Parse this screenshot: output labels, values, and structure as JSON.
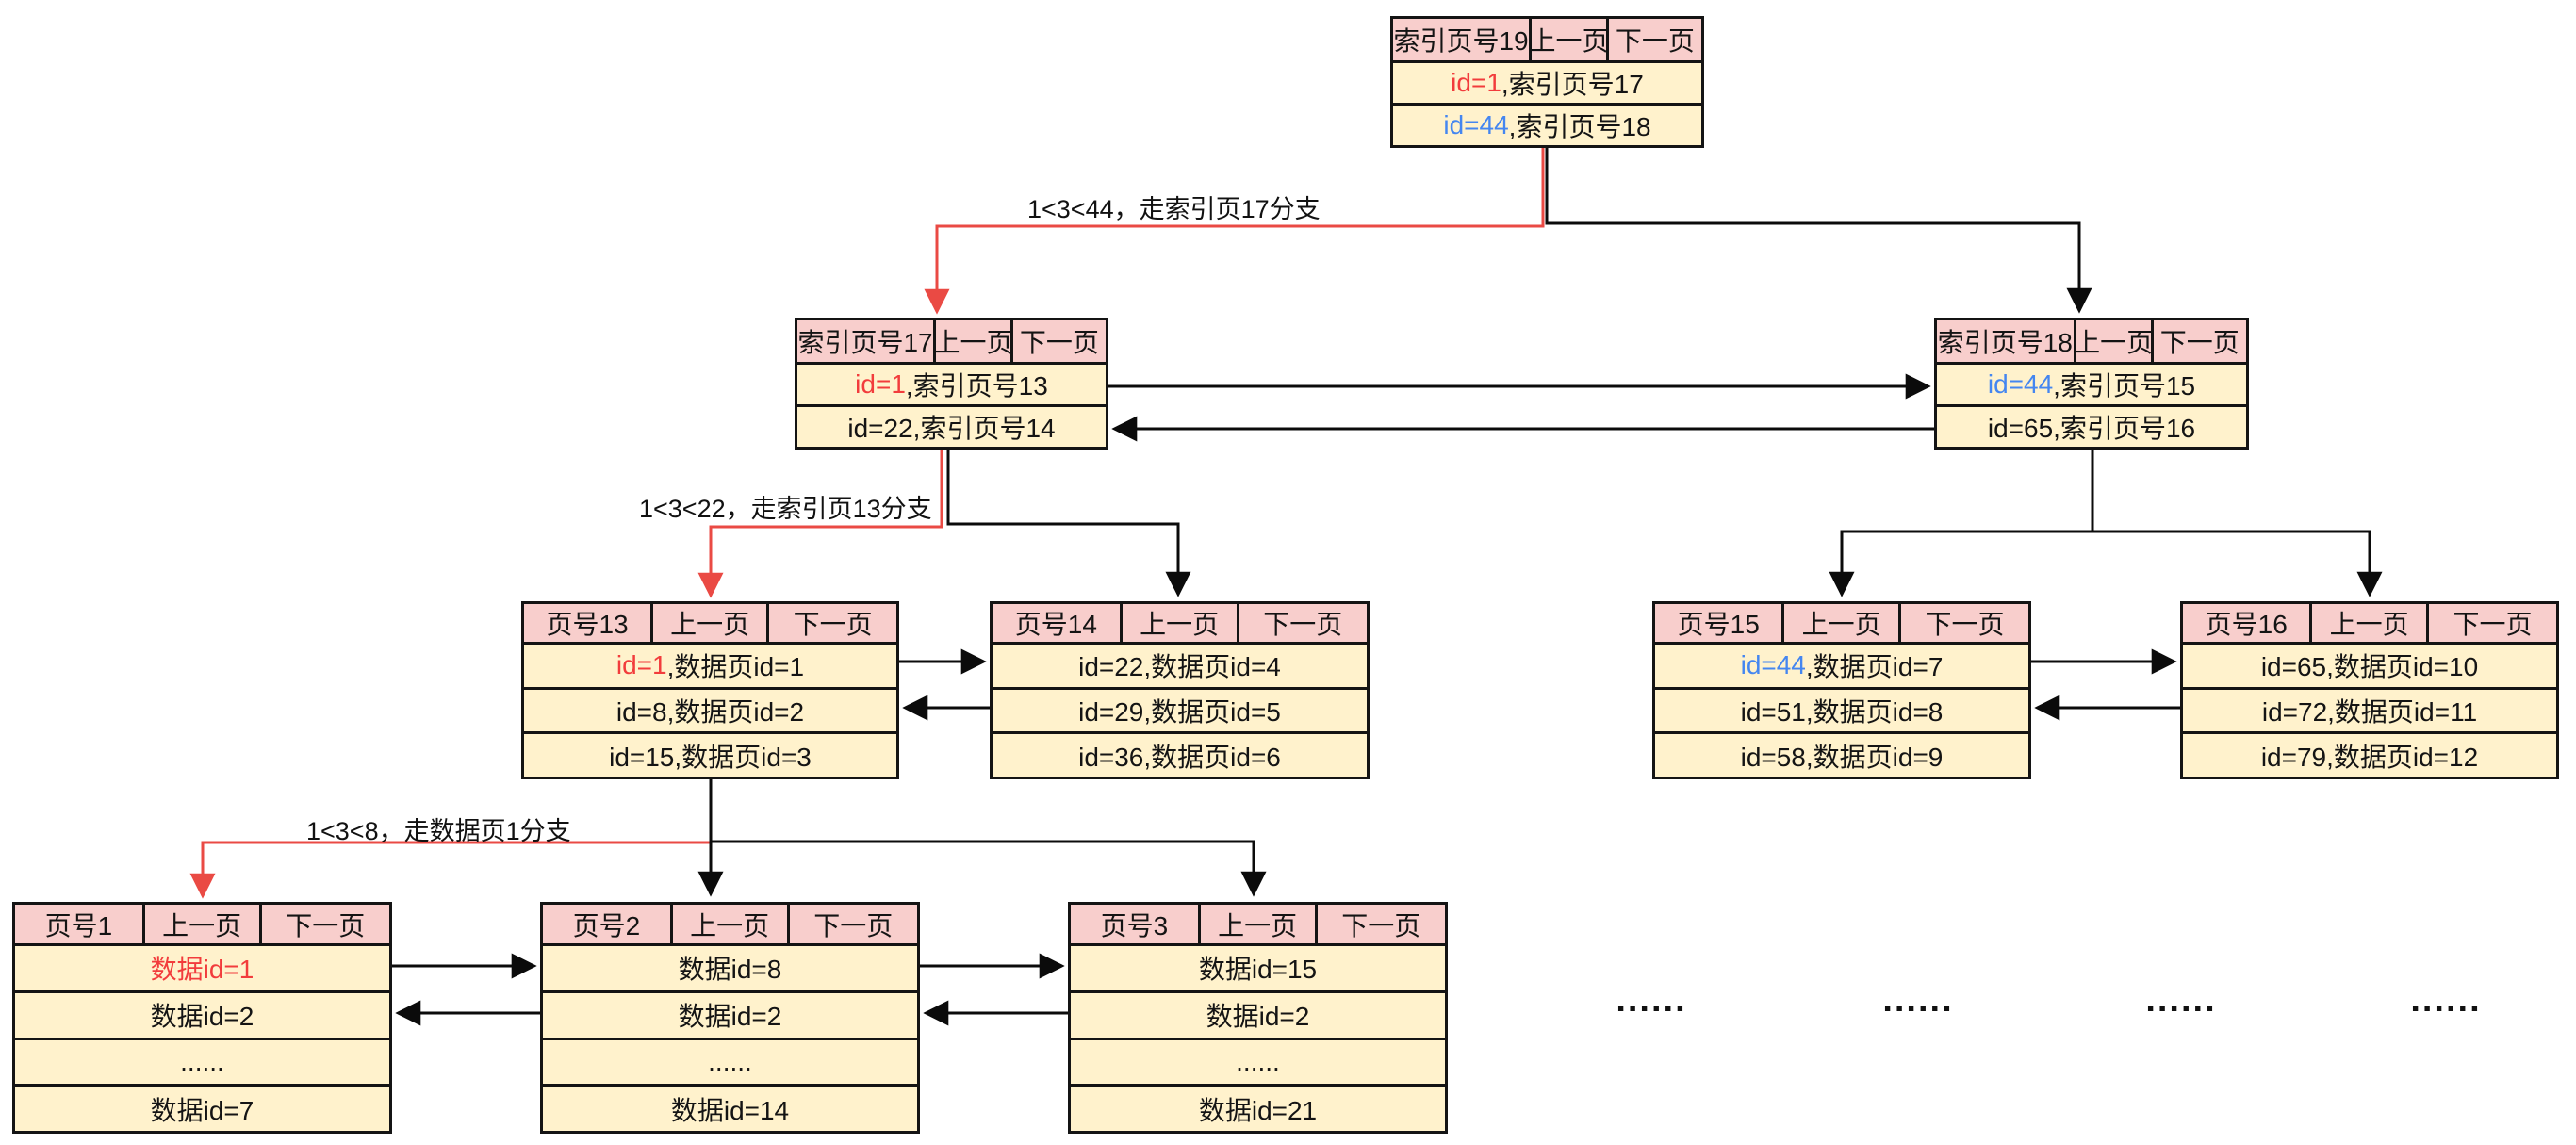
{
  "diagram": {
    "colors": {
      "header_fill": "#f8cecc",
      "row_fill": "#fff2cc",
      "border": "#141414",
      "accent_red": "#f23c3c",
      "accent_blue": "#4486f0",
      "wire_black": "#0b0b0b",
      "wire_red": "#ea4a44"
    },
    "labels": {
      "branch_17": "1<3<44，走索引页17分支",
      "branch_13": "1<3<22，走索引页13分支",
      "branch_1": "1<3<8，走数据页1分支"
    },
    "ellipsis": "......",
    "boxes": {
      "idx19": {
        "title": "索引页号19",
        "prev": "上一页",
        "next": "下一页",
        "rows": [
          {
            "key": "id=1",
            "key_color": "red",
            "rest": ",索引页号17"
          },
          {
            "key": "id=44",
            "key_color": "blue",
            "rest": ",索引页号18"
          }
        ]
      },
      "idx17": {
        "title": "索引页号17",
        "prev": "上一页",
        "next": "下一页",
        "rows": [
          {
            "key": "id=1",
            "key_color": "red",
            "rest": ",索引页号13"
          },
          {
            "key": "",
            "key_color": "",
            "rest": "id=22,索引页号14"
          }
        ]
      },
      "idx18": {
        "title": "索引页号18",
        "prev": "上一页",
        "next": "下一页",
        "rows": [
          {
            "key": "id=44",
            "key_color": "blue",
            "rest": ",索引页号15"
          },
          {
            "key": "",
            "key_color": "",
            "rest": "id=65,索引页号16"
          }
        ]
      },
      "p13": {
        "title": "页号13",
        "prev": "上一页",
        "next": "下一页",
        "rows": [
          {
            "key": "id=1",
            "key_color": "red",
            "rest": ",数据页id=1"
          },
          {
            "key": "",
            "key_color": "",
            "rest": "id=8,数据页id=2"
          },
          {
            "key": "",
            "key_color": "",
            "rest": "id=15,数据页id=3"
          }
        ]
      },
      "p14": {
        "title": "页号14",
        "prev": "上一页",
        "next": "下一页",
        "rows": [
          {
            "key": "",
            "key_color": "",
            "rest": "id=22,数据页id=4"
          },
          {
            "key": "",
            "key_color": "",
            "rest": "id=29,数据页id=5"
          },
          {
            "key": "",
            "key_color": "",
            "rest": "id=36,数据页id=6"
          }
        ]
      },
      "p15": {
        "title": "页号15",
        "prev": "上一页",
        "next": "下一页",
        "rows": [
          {
            "key": "id=44",
            "key_color": "blue",
            "rest": ",数据页id=7"
          },
          {
            "key": "",
            "key_color": "",
            "rest": "id=51,数据页id=8"
          },
          {
            "key": "",
            "key_color": "",
            "rest": "id=58,数据页id=9"
          }
        ]
      },
      "p16": {
        "title": "页号16",
        "prev": "上一页",
        "next": "下一页",
        "rows": [
          {
            "key": "",
            "key_color": "",
            "rest": "id=65,数据页id=10"
          },
          {
            "key": "",
            "key_color": "",
            "rest": "id=72,数据页id=11"
          },
          {
            "key": "",
            "key_color": "",
            "rest": "id=79,数据页id=12"
          }
        ]
      },
      "p1": {
        "title": "页号1",
        "prev": "上一页",
        "next": "下一页",
        "rows": [
          {
            "key": "数据id=1",
            "key_color": "red",
            "rest": ""
          },
          {
            "key": "",
            "key_color": "",
            "rest": "数据id=2"
          },
          {
            "key": "",
            "key_color": "",
            "rest": "......"
          },
          {
            "key": "",
            "key_color": "",
            "rest": "数据id=7"
          }
        ]
      },
      "p2": {
        "title": "页号2",
        "prev": "上一页",
        "next": "下一页",
        "rows": [
          {
            "key": "",
            "key_color": "",
            "rest": "数据id=8"
          },
          {
            "key": "",
            "key_color": "",
            "rest": "数据id=2"
          },
          {
            "key": "",
            "key_color": "",
            "rest": "......"
          },
          {
            "key": "",
            "key_color": "",
            "rest": "数据id=14"
          }
        ]
      },
      "p3": {
        "title": "页号3",
        "prev": "上一页",
        "next": "下一页",
        "rows": [
          {
            "key": "",
            "key_color": "",
            "rest": "数据id=15"
          },
          {
            "key": "",
            "key_color": "",
            "rest": "数据id=2"
          },
          {
            "key": "",
            "key_color": "",
            "rest": "......"
          },
          {
            "key": "",
            "key_color": "",
            "rest": "数据id=21"
          }
        ]
      }
    }
  }
}
